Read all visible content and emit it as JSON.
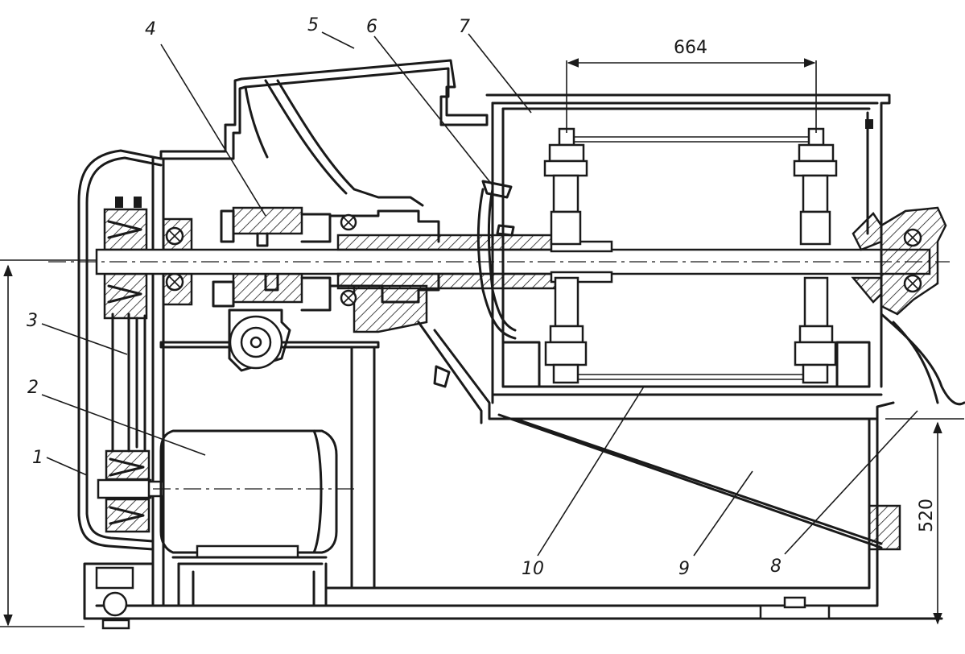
{
  "part_labels": [
    "1",
    "2",
    "3",
    "4",
    "5",
    "6",
    "7",
    "8",
    "9",
    "10"
  ],
  "dimensions": {
    "width": "664",
    "height": "520"
  }
}
